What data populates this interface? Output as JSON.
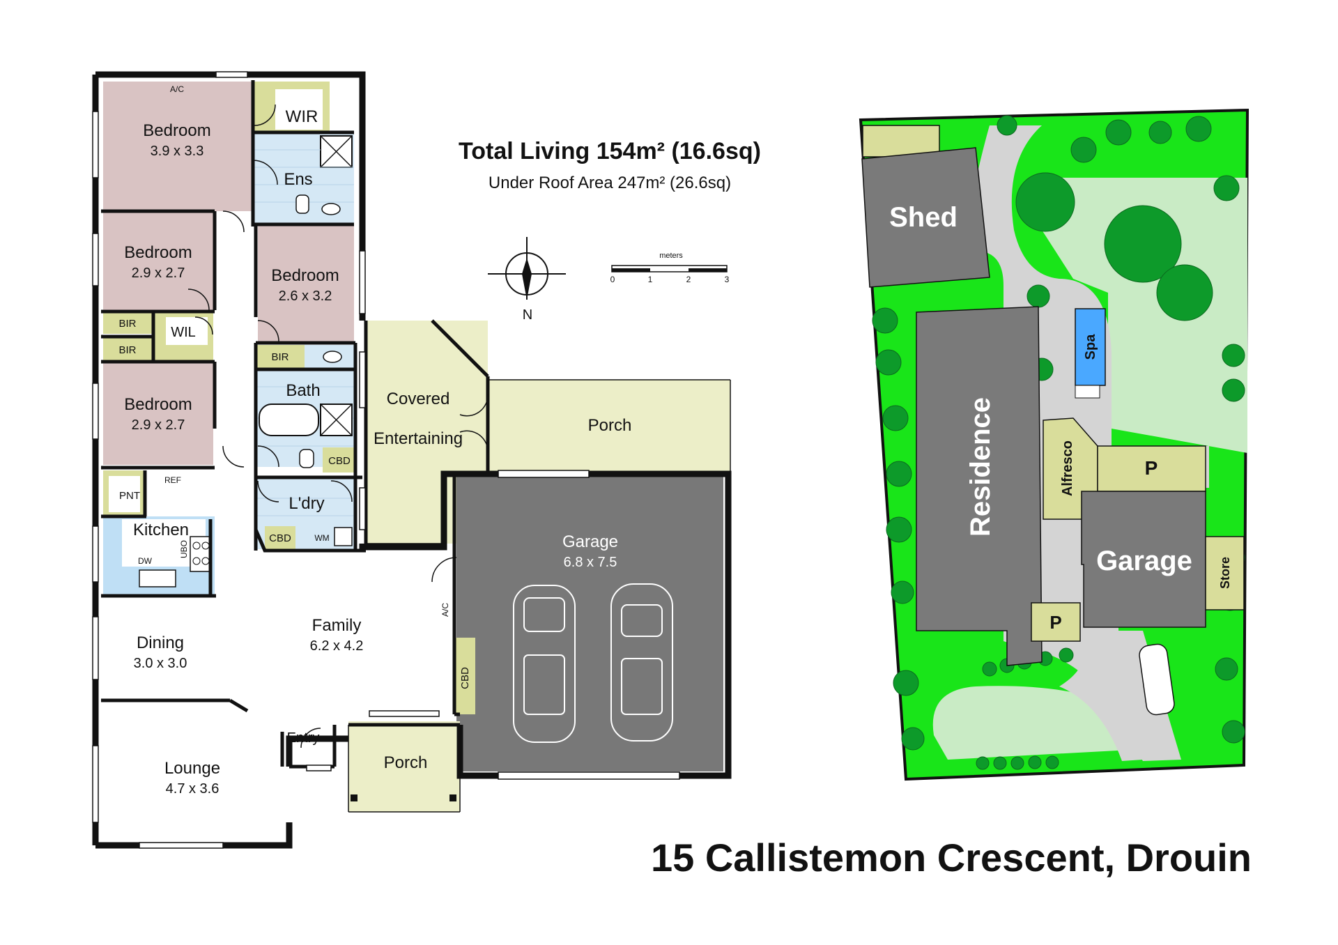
{
  "header": {
    "total_living": "Total Living 154m² (16.6sq)",
    "under_roof": "Under Roof Area 247m² (26.6sq)"
  },
  "address": "15 Callistemon Crescent, Drouin",
  "compass": {
    "north_label": "N"
  },
  "scale_bar": {
    "unit": "meters",
    "ticks": [
      "0",
      "1",
      "2",
      "3"
    ]
  },
  "floor_plan": {
    "ac_top": "A/C",
    "ac_side": "A/C",
    "bed_main": {
      "name": "Bedroom",
      "dims": "3.9 x 3.3"
    },
    "wir": "WIR",
    "ens": "Ens",
    "bed_2": {
      "name": "Bedroom",
      "dims": "2.9 x 2.7"
    },
    "bed_3": {
      "name": "Bedroom",
      "dims": "2.6 x 3.2"
    },
    "bir_1": "BIR",
    "bir_2": "BIR",
    "bir_3": "BIR",
    "wil": "WIL",
    "bath": "Bath",
    "bed_4": {
      "name": "Bedroom",
      "dims": "2.9 x 2.7"
    },
    "covered_entertaining": [
      "Covered",
      "Entertaining"
    ],
    "porch_rear": "Porch",
    "cbd_1": "CBD",
    "cbd_2": "CBD",
    "cbd_3": "CBD",
    "pnt": "PNT",
    "ref": "REF",
    "kitchen": "Kitchen",
    "ubo": "UBO",
    "dw": "DW",
    "laundry": "L'dry",
    "wm": "WM",
    "garage": {
      "name": "Garage",
      "dims": "6.8 x 7.5"
    },
    "family": {
      "name": "Family",
      "dims": "6.2 x 4.2"
    },
    "dining": {
      "name": "Dining",
      "dims": "3.0 x 3.0"
    },
    "entry": "Entry",
    "porch_front": "Porch",
    "lounge": {
      "name": "Lounge",
      "dims": "4.7 x 3.6"
    }
  },
  "site_plan": {
    "shed": "Shed",
    "residence": "Residence",
    "spa": "Spa",
    "alfresco": "Alfresco",
    "parking_1": "P",
    "parking_2": "P",
    "garage": "Garage",
    "store": "Store"
  },
  "colors": {
    "bedroom": "#d9c3c3",
    "wet_area": "#d5e8f5",
    "storage": "#d9dd9b",
    "outdoor": "#eceec8",
    "garage": "#787878",
    "kitchen": "#bfdff5",
    "lawn": "#19e519",
    "path": "#d4d4d4",
    "building": "#7a7a7a",
    "spa": "#4aa8ff"
  }
}
